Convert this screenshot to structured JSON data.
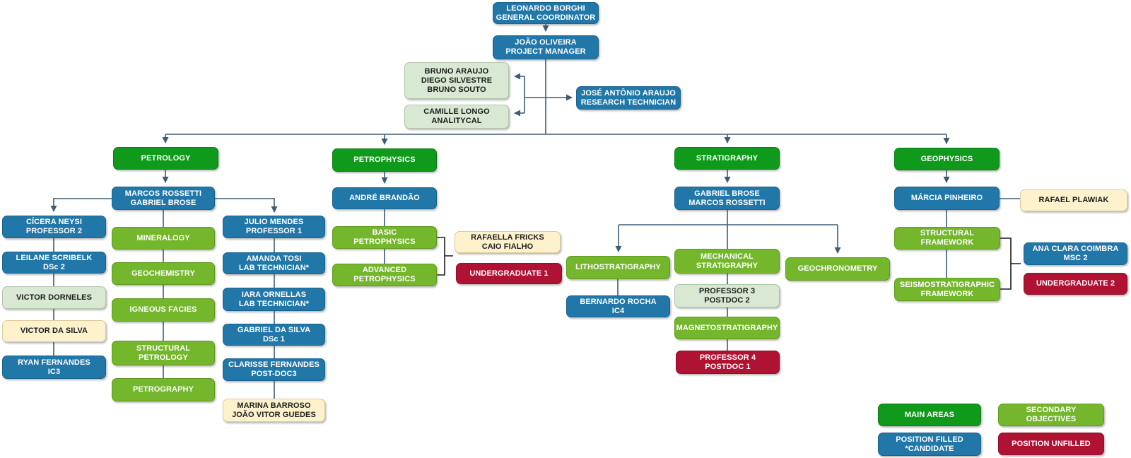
{
  "colors": {
    "main_area_green": "#0f9a1b",
    "secondary_lime": "#74b62c",
    "position_filled_blue": "#2177a8",
    "position_unfilled_red": "#b01233",
    "candidate_pale_green": "#d9e8d2",
    "candidate_cream": "#fdf2cc",
    "connector_slate": "#3e5c74",
    "bracket_black": "#1b1b1b"
  },
  "nodes": {
    "leonardo": {
      "category": "position-filled",
      "lines": [
        "LEONARDO BORGHI",
        "GENERAL COORDINATOR"
      ]
    },
    "joao": {
      "category": "position-filled",
      "lines": [
        "JOÃO OLIVEIRA",
        "PROJECT MANAGER"
      ]
    },
    "bruno_group": {
      "category": "candidate-pale",
      "lines": [
        "BRUNO ARAUJO",
        "DIEGO SILVESTRE",
        "BRUNO SOUTO"
      ]
    },
    "camille": {
      "category": "candidate-pale",
      "lines": [
        "CAMILLE LONGO",
        "ANALITYCAL"
      ]
    },
    "jose": {
      "category": "position-filled",
      "lines": [
        "JOSÉ ANTÔNIO ARAUJO",
        "RESEARCH TECHNICIAN"
      ]
    },
    "petrology": {
      "category": "main-area",
      "lines": [
        "PETROLOGY"
      ]
    },
    "petrophysics": {
      "category": "main-area",
      "lines": [
        "PETROPHYSICS"
      ]
    },
    "stratigraphy": {
      "category": "main-area",
      "lines": [
        "STRATIGRAPHY"
      ]
    },
    "geophysics": {
      "category": "main-area",
      "lines": [
        "GEOPHYSICS"
      ]
    },
    "marcos_gabriel": {
      "category": "position-filled",
      "lines": [
        "MARCOS ROSSETTI",
        "GABRIEL BROSE"
      ]
    },
    "cicera": {
      "category": "position-filled",
      "lines": [
        "CÍCERA NEYSI",
        "PROFESSOR 2"
      ]
    },
    "leilane": {
      "category": "position-filled",
      "lines": [
        "LEILANE SCRIBELK",
        "DSc 2"
      ]
    },
    "dorneles": {
      "category": "candidate-pale",
      "lines": [
        "VICTOR DORNELES"
      ]
    },
    "dasilva": {
      "category": "candidate-cream",
      "lines": [
        "VICTOR DA SILVA"
      ]
    },
    "ryan": {
      "category": "position-filled",
      "lines": [
        "RYAN FERNANDES",
        "IC3"
      ]
    },
    "mineralogy": {
      "category": "secondary",
      "lines": [
        "MINERALOGY"
      ]
    },
    "geochemistry": {
      "category": "secondary",
      "lines": [
        "GEOCHEMISTRY"
      ]
    },
    "igneous": {
      "category": "secondary",
      "lines": [
        "IGNEOUS FACIES"
      ]
    },
    "structpet": {
      "category": "secondary",
      "lines": [
        "STRUCTURAL",
        "PETROLOGY"
      ]
    },
    "petrography": {
      "category": "secondary",
      "lines": [
        "PETROGRAPHY"
      ]
    },
    "julio": {
      "category": "position-filled",
      "lines": [
        "JULIO MENDES",
        "PROFESSOR 1"
      ]
    },
    "amanda": {
      "category": "position-filled",
      "lines": [
        "AMANDA TOSI",
        "LAB TECHNICIAN*"
      ]
    },
    "iara": {
      "category": "position-filled",
      "lines": [
        "IARA ORNELLAS",
        "LAB TECHNICIAN*"
      ]
    },
    "gabriel_silva": {
      "category": "position-filled",
      "lines": [
        "GABRIEL DA SILVA",
        "DSc 1"
      ]
    },
    "clarisse": {
      "category": "position-filled",
      "lines": [
        "CLARISSE FERNANDES",
        "POST-DOC3"
      ]
    },
    "marina": {
      "category": "candidate-cream",
      "lines": [
        "MARINA BARROSO",
        "JOÃO VITOR GUEDES"
      ]
    },
    "andre": {
      "category": "position-filled",
      "lines": [
        "ANDRÉ BRANDÃO"
      ]
    },
    "basic_pp": {
      "category": "secondary",
      "lines": [
        "BASIC",
        "PETROPHYSICS"
      ]
    },
    "adv_pp": {
      "category": "secondary",
      "lines": [
        "ADVANCED",
        "PETROPHYSICS"
      ]
    },
    "rafaella": {
      "category": "candidate-cream",
      "lines": [
        "RAFAELLA FRICKS",
        "CAIO FIALHO"
      ]
    },
    "undergrad1": {
      "category": "position-unfilled",
      "lines": [
        "UNDERGRADUATE 1"
      ]
    },
    "gabriel_marcos": {
      "category": "position-filled",
      "lines": [
        "GABRIEL BROSE",
        "MARCOS ROSSETTI"
      ]
    },
    "litho": {
      "category": "secondary",
      "lines": [
        "LITHOSTRATIGRAPHY"
      ]
    },
    "bernardo": {
      "category": "position-filled",
      "lines": [
        "BERNARDO ROCHA",
        "IC4"
      ]
    },
    "mech": {
      "category": "secondary",
      "lines": [
        "MECHANICAL",
        "STRATIGRAPHY"
      ]
    },
    "prof3": {
      "category": "candidate-pale",
      "lines": [
        "PROFESSOR 3",
        "POSTDOC 2"
      ]
    },
    "magneto": {
      "category": "secondary",
      "lines": [
        "MAGNETOSTRATIGRAPHY"
      ]
    },
    "prof4": {
      "category": "position-unfilled",
      "lines": [
        "PROFESSOR 4",
        "POSTDOC 1"
      ]
    },
    "geochrono": {
      "category": "secondary",
      "lines": [
        "GEOCHRONOMETRY"
      ]
    },
    "marcia": {
      "category": "position-filled",
      "lines": [
        "MÁRCIA PINHEIRO"
      ]
    },
    "rafael": {
      "category": "candidate-cream",
      "lines": [
        "RAFAEL PLAWIAK"
      ]
    },
    "structf": {
      "category": "secondary",
      "lines": [
        "STRUCTURAL",
        "FRAMEWORK"
      ]
    },
    "seismof": {
      "category": "secondary",
      "lines": [
        "SEISMOSTRATIGRAPHIC",
        "FRAMEWORK"
      ]
    },
    "anaclara": {
      "category": "position-filled",
      "lines": [
        "ANA CLARA COIMBRA",
        "MSC 2"
      ]
    },
    "undergrad2": {
      "category": "position-unfilled",
      "lines": [
        "UNDERGRADUATE 2"
      ]
    }
  },
  "legend": {
    "main_areas": {
      "lines": [
        "MAIN AREAS"
      ]
    },
    "secondary": {
      "lines": [
        "SECONDARY OBJECTIVES"
      ]
    },
    "position_filled": {
      "lines": [
        "POSITION FILLED",
        "*CANDIDATE"
      ]
    },
    "position_unfilled": {
      "lines": [
        "POSITION UNFILLED"
      ]
    }
  }
}
